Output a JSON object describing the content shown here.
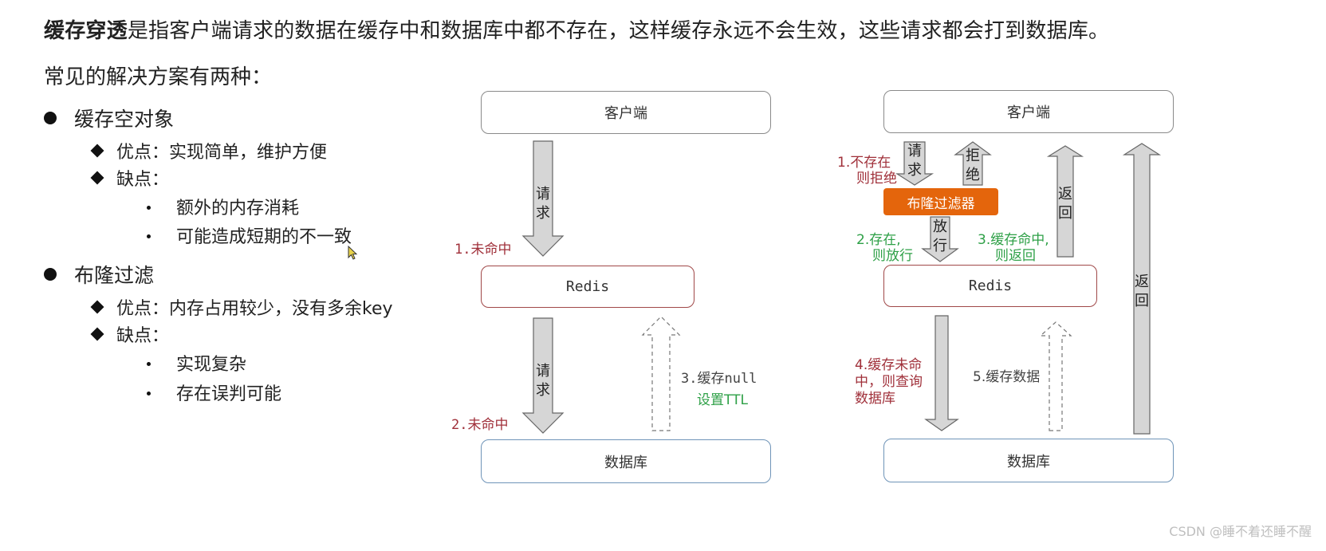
{
  "intro": {
    "term": "缓存穿透",
    "rest": "是指客户端请求的数据在缓存中和数据库中都不存在，这样缓存永远不会生效，这些请求都会打到数据库。"
  },
  "subtitle": "常见的解决方案有两种：",
  "solutions": [
    {
      "title": "缓存空对象",
      "pros": "优点：实现简单，维护方便",
      "cons_label": "缺点：",
      "cons": [
        "额外的内存消耗",
        "可能造成短期的不一致"
      ]
    },
    {
      "title": "布隆过滤",
      "pros": "优点：内存占用较少，没有多余key",
      "cons_label": "缺点：",
      "cons": [
        "实现复杂",
        "存在误判可能"
      ]
    }
  ],
  "diagram1": {
    "client": "客户端",
    "redis": "Redis",
    "db": "数据库",
    "req1": "请求",
    "req2": "请求",
    "miss1": "1.未命中",
    "miss2": "2.未命中",
    "cache_null": "3.缓存null",
    "set_ttl": "设置TTL"
  },
  "diagram2": {
    "client": "客户端",
    "redis": "Redis",
    "db": "数据库",
    "bloom": "布隆过滤器",
    "req": "请求",
    "reject": "拒绝",
    "pass": "放行",
    "return1": "返回",
    "return2": "返回",
    "not_exist_line1": "1.不存在",
    "not_exist_line2": "则拒绝",
    "exist_line1": "2.存在,",
    "exist_line2": "则放行",
    "hit_line1": "3.缓存命中,",
    "hit_line2": "则返回",
    "miss_line1": "4.缓存未命",
    "miss_line2": "中，则查询",
    "miss_line3": "数据库",
    "cache_data": "5.缓存数据"
  },
  "watermark": "CSDN @睡不着还睡不醒",
  "colors": {
    "bloom_fill": "#e4650c",
    "red_label": "#a0303a",
    "green_label": "#2ea047",
    "arrow_fill": "#d6d6d6"
  }
}
